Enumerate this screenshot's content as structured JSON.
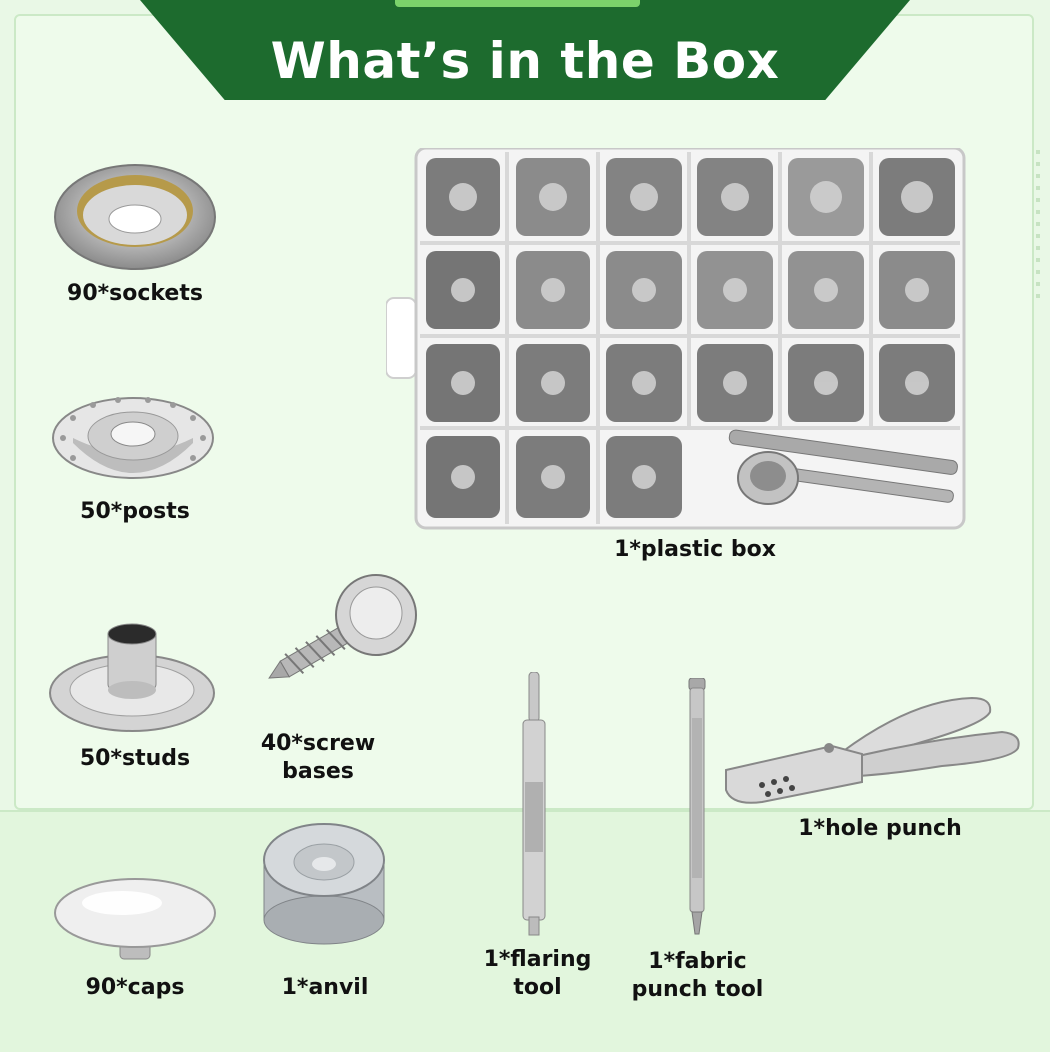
{
  "header": {
    "title": "What’s in the Box"
  },
  "items": {
    "sockets": "90*sockets",
    "posts": "50*posts",
    "plastic_box": "1*plastic box",
    "studs": "50*studs",
    "screw_bases": "40*screw\nbases",
    "hole_punch": "1*hole punch",
    "caps": "90*caps",
    "anvil": "1*anvil",
    "flaring_tool": "1*flaring\ntool",
    "fabric_punch_tool": "1*fabric\npunch tool"
  },
  "colors": {
    "header_green": "#1d6b2e",
    "accent_green": "#7bd36b",
    "background": "#e9f8e6"
  }
}
